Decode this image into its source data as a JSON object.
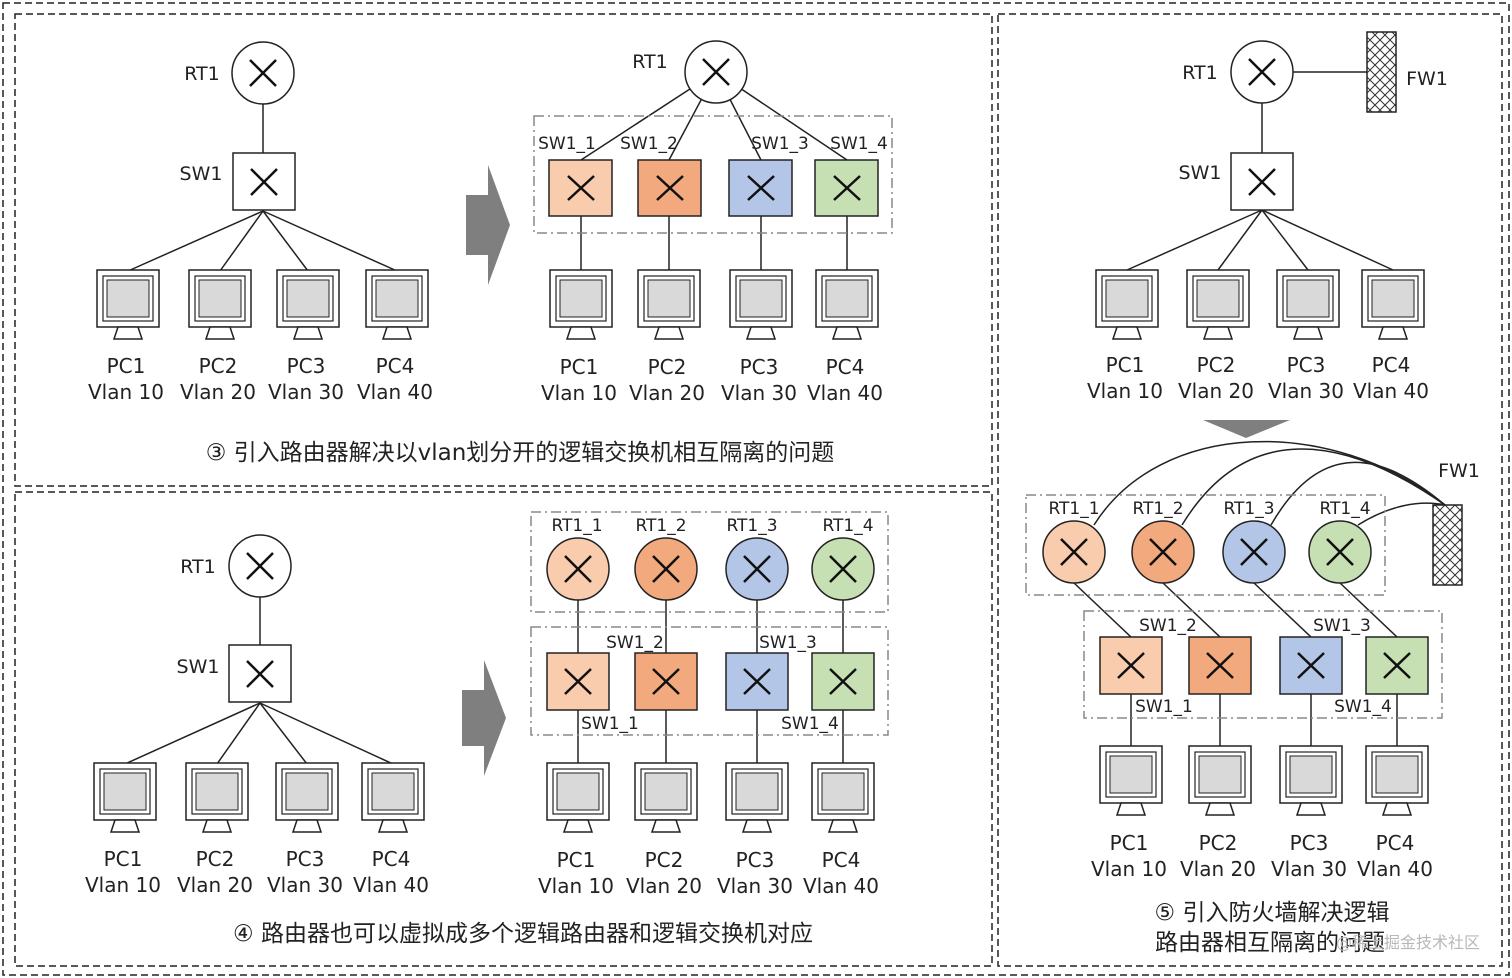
{
  "panels": {
    "p3": {
      "caption": "③ 引入路由器解决以vlan划分开的逻辑交换机相互隔离的问题",
      "left": {
        "rt": "RT1",
        "sw": "SW1",
        "pcs": [
          {
            "name": "PC1",
            "vlan": "Vlan 10"
          },
          {
            "name": "PC2",
            "vlan": "Vlan 20"
          },
          {
            "name": "PC3",
            "vlan": "Vlan 30"
          },
          {
            "name": "PC4",
            "vlan": "Vlan 40"
          }
        ]
      },
      "right": {
        "rt": "RT1",
        "sws": [
          "SW1_1",
          "SW1_2",
          "SW1_3",
          "SW1_4"
        ],
        "pcs": [
          {
            "name": "PC1",
            "vlan": "Vlan 10"
          },
          {
            "name": "PC2",
            "vlan": "Vlan 20"
          },
          {
            "name": "PC3",
            "vlan": "Vlan 30"
          },
          {
            "name": "PC4",
            "vlan": "Vlan 40"
          }
        ]
      }
    },
    "p4": {
      "caption": "④ 路由器也可以虚拟成多个逻辑路由器和逻辑交换机对应",
      "left": {
        "rt": "RT1",
        "sw": "SW1",
        "pcs": [
          {
            "name": "PC1",
            "vlan": "Vlan 10"
          },
          {
            "name": "PC2",
            "vlan": "Vlan 20"
          },
          {
            "name": "PC3",
            "vlan": "Vlan 30"
          },
          {
            "name": "PC4",
            "vlan": "Vlan 40"
          }
        ]
      },
      "right": {
        "rts": [
          "RT1_1",
          "RT1_2",
          "RT1_3",
          "RT1_4"
        ],
        "sws": [
          "SW1_1",
          "SW1_2",
          "SW1_3",
          "SW1_4"
        ],
        "pcs": [
          {
            "name": "PC1",
            "vlan": "Vlan 10"
          },
          {
            "name": "PC2",
            "vlan": "Vlan 20"
          },
          {
            "name": "PC3",
            "vlan": "Vlan 30"
          },
          {
            "name": "PC4",
            "vlan": "Vlan 40"
          }
        ]
      }
    },
    "p5": {
      "caption_line1": "⑤ 引入防火墙解决逻辑",
      "caption_line2": "路由器相互隔离的问题",
      "top": {
        "rt": "RT1",
        "fw": "FW1",
        "sw": "SW1",
        "pcs": [
          {
            "name": "PC1",
            "vlan": "Vlan 10"
          },
          {
            "name": "PC2",
            "vlan": "Vlan 20"
          },
          {
            "name": "PC3",
            "vlan": "Vlan 30"
          },
          {
            "name": "PC4",
            "vlan": "Vlan 40"
          }
        ]
      },
      "bottom": {
        "fw": "FW1",
        "rts": [
          "RT1_1",
          "RT1_2",
          "RT1_3",
          "RT1_4"
        ],
        "sws": [
          "SW1_1",
          "SW1_2",
          "SW1_3",
          "SW1_4"
        ],
        "pcs": [
          {
            "name": "PC1",
            "vlan": "Vlan 10"
          },
          {
            "name": "PC2",
            "vlan": "Vlan 20"
          },
          {
            "name": "PC3",
            "vlan": "Vlan 30"
          },
          {
            "name": "PC4",
            "vlan": "Vlan 40"
          }
        ]
      }
    }
  },
  "watermark": "@稀土掘金技术社区",
  "colors": {
    "vlan10": "#f9ccae",
    "vlan20": "#f2a97e",
    "vlan30": "#b4c6e7",
    "vlan40": "#c6e0b4",
    "screen": "#d9d9d9",
    "arrow": "#7f7f7f"
  },
  "icons": {
    "router": "router-x-circle-icon",
    "switch": "switch-x-square-icon",
    "pc": "monitor-icon",
    "firewall": "firewall-hatched-icon",
    "arrow": "transition-arrow-icon"
  }
}
